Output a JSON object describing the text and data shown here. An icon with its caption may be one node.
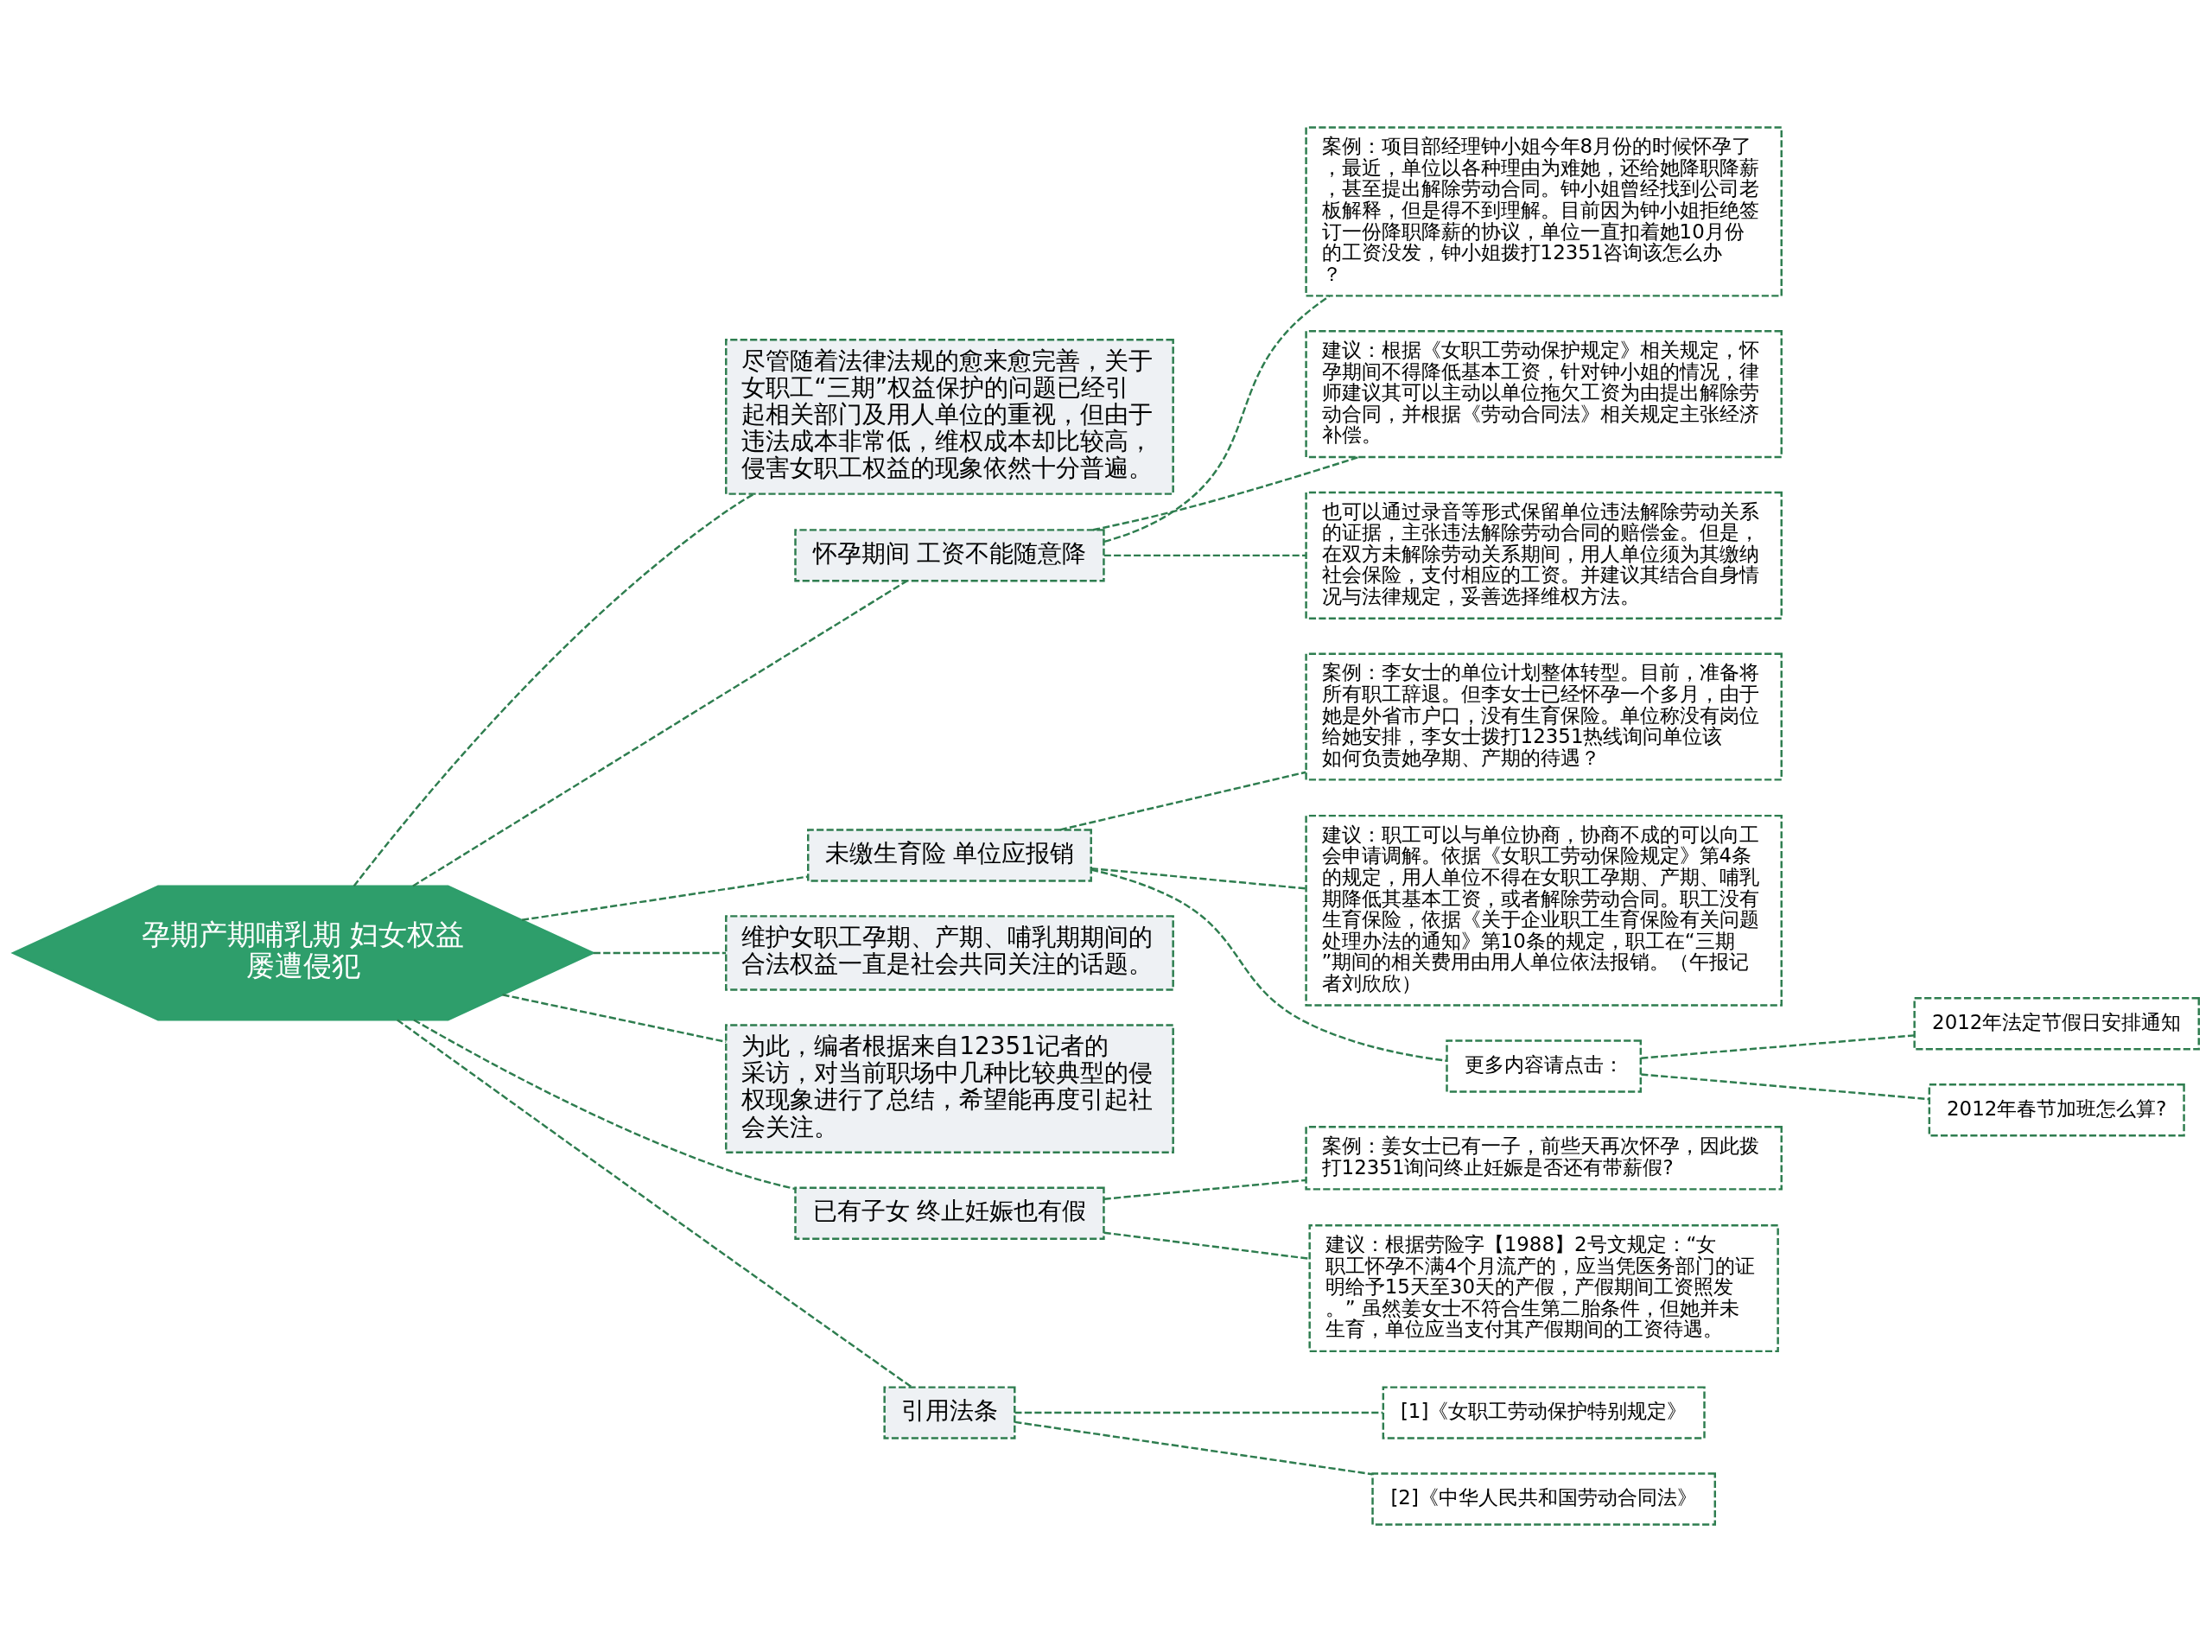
{
  "diagram": {
    "nodes": [
      {
        "text": [
          "孕期产期哺乳期 妇女权益屡遭侵犯"
        ]
      },
      {
        "text": [
          "尽管随着法律法规的愈来愈完善，关于女职工“三期”权益保护的问题已经引起相关部门及用人单位的重视，但由于违法成本非常低，维权成本却比较高，侵害女职工权益的现象依然十分普遍。"
        ]
      },
      {
        "text": [
          "怀孕期间 工资不能随意降"
        ]
      },
      {
        "text": [
          "案例：项目部经理钟小姐今年8月份的时候怀孕了，最近，单位以各种理由为难她，还给她降职降薪，甚至提出解除劳动合同。钟小姐曾经找到公司老板解释，但是得不到理解。目前因为钟小姐拒绝签订一份降职降薪的协议，单位一直扣着她10月份的工资没发，钟小姐拨打12351咨询该怎么办？"
        ]
      },
      {
        "text": [
          "建议：根据《女职工劳动保护规定》相关规定，怀孕期间不得降低基本工资，针对钟小姐的情况，律师建议其可以主动以单位拖欠工资为由提出解除劳动合同，并根据《劳动合同法》相关规定主张经济补偿。"
        ]
      },
      {
        "text": [
          "也可以通过录音等形式保留单位违法解除劳动关系的证据，主张违法解除劳动合同的赔偿金。但是，在双方未解除劳动关系期间，用人单位须为其缴纳社会保险，支付相应的工资。并建议其结合自身情况与法律规定，妥善选择维权方法。"
        ]
      },
      {
        "text": [
          "未缴生育险 单位应报销"
        ]
      },
      {
        "text": [
          "案例：李女士的单位计划整体转型。目前，准备将所有职工辞退。但李女士已经怀孕一个多月，由于她是外省市户口，没有生育保险。单位称没有岗位给她安排，李女士拨打12351热线询问单位该如何负责她孕期、产期的待遇？"
        ]
      },
      {
        "text": [
          "建议：职工可以与单位协商，协商不成的可以向工会申请调解。依据《女职工劳动保险规定》第4条的规定，用人单位不得在女职工孕期、产期、哺乳期降低其基本工资，或者解除劳动合同。职工没有生育保险，依据《关于企业职工生育保险有关问题处理办法的通知》第10条的规定，职工在“三期”期间的相关费用由用人单位依法报销。（午报记者刘欣欣）"
        ]
      },
      {
        "text": [
          "更多内容请点击："
        ]
      },
      {
        "text": [
          "2012年法定节假日安排通知"
        ]
      },
      {
        "text": [
          "2012年春节加班怎么算?"
        ]
      },
      {
        "text": [
          "维护女职工孕期、产期、哺乳期期间的合法权益一直是社会共同关注的话题。"
        ]
      },
      {
        "text": [
          "为此，编者根据来自12351记者的采访，对当前职场中几种比较典型的侵权现象进行了总结，希望能再度引起社会关注。"
        ]
      },
      {
        "text": [
          "已有子女 终止妊娠也有假"
        ]
      },
      {
        "text": [
          "案例：姜女士已有一子，前些天再次怀孕，因此拨打12351询问终止妊娠是否还有带薪假?"
        ]
      },
      {
        "text": [
          "建议：根据劳险字【1988】2号文规定：“女职工怀孕不满4个月流产的，应当凭医务部门的证明给予15天至30天的产假，产假期间工资照发。” 虽然姜女士不符合生第二胎条件，但她并未生育，单位应当支付其产假期间的工资待遇。"
        ]
      },
      {
        "text": [
          "引用法条"
        ]
      },
      {
        "text": [
          "[1]《女职工劳动保护特别规定》"
        ]
      },
      {
        "text": [
          "[2]《中华人民共和国劳动合同法》"
        ]
      }
    ],
    "edges": [
      {
        "from": 0,
        "to": 1,
        "arrow": "none"
      },
      {
        "from": 0,
        "to": 2,
        "arrow": "none"
      },
      {
        "from": 2,
        "to": 3,
        "arrow": "none"
      },
      {
        "from": 2,
        "to": 4,
        "arrow": "none"
      },
      {
        "from": 2,
        "to": 5,
        "arrow": "none"
      },
      {
        "from": 0,
        "to": 6,
        "arrow": "none"
      },
      {
        "from": 6,
        "to": 7,
        "arrow": "none"
      },
      {
        "from": 6,
        "to": 8,
        "arrow": "none"
      },
      {
        "from": 6,
        "to": 9,
        "arrow": "none"
      },
      {
        "from": 9,
        "to": 10,
        "arrow": "none"
      },
      {
        "from": 9,
        "to": 11,
        "arrow": "none"
      },
      {
        "from": 0,
        "to": 12,
        "arrow": "none"
      },
      {
        "from": 0,
        "to": 13,
        "arrow": "none"
      },
      {
        "from": 0,
        "to": 14,
        "arrow": "none"
      },
      {
        "from": 14,
        "to": 15,
        "arrow": "none"
      },
      {
        "from": 14,
        "to": 16,
        "arrow": "none"
      },
      {
        "from": 0,
        "to": 17,
        "arrow": "none"
      },
      {
        "from": 17,
        "to": 18,
        "arrow": "none"
      },
      {
        "from": 17,
        "to": 19,
        "arrow": "none"
      }
    ]
  }
}
